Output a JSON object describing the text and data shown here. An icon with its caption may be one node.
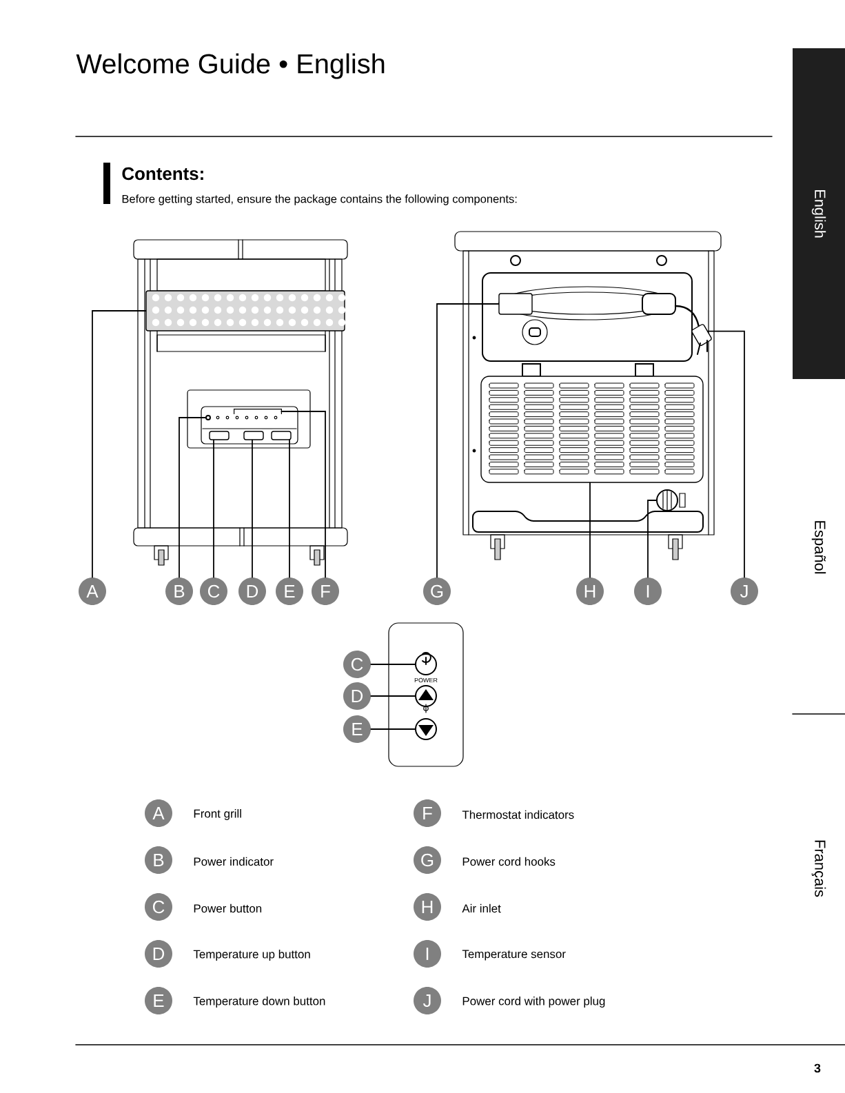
{
  "diagram": {
    "title": "Welcome Guide • English",
    "nodes": [
      {
        "text": [
          "A"
        ]
      },
      {
        "text": [
          "B"
        ]
      },
      {
        "text": [
          "C"
        ]
      },
      {
        "text": [
          "D"
        ]
      },
      {
        "text": [
          "E"
        ]
      },
      {
        "text": [
          "F"
        ]
      },
      {
        "text": [
          "G"
        ]
      },
      {
        "text": [
          "H"
        ]
      },
      {
        "text": [
          "I"
        ]
      },
      {
        "text": [
          "J"
        ]
      },
      {
        "text": [
          "C"
        ]
      },
      {
        "text": [
          "D"
        ]
      },
      {
        "text": [
          "E"
        ]
      },
      {
        "text": [
          "A"
        ],
        "beside": [
          "Front grill"
        ]
      },
      {
        "text": [
          "B"
        ],
        "beside": [
          "Power indicator"
        ]
      },
      {
        "text": [
          "C"
        ],
        "beside": [
          "Power button"
        ]
      },
      {
        "text": [
          "D"
        ],
        "beside": [
          "Temperature up button"
        ]
      },
      {
        "text": [
          "E"
        ],
        "beside": [
          "Temperature down button"
        ]
      },
      {
        "text": [
          "F"
        ],
        "beside": [
          "Thermostat indicators"
        ]
      },
      {
        "text": [
          "G"
        ],
        "beside": [
          "Power cord hooks"
        ]
      },
      {
        "text": [
          "H"
        ],
        "beside": [
          "Air inlet"
        ]
      },
      {
        "text": [
          "I"
        ],
        "beside": [
          "Temperature sensor"
        ]
      },
      {
        "text": [
          "J"
        ],
        "beside": [
          "Power cord with power plug"
        ]
      },
      {
        "text": [],
        "shape": "box"
      },
      {
        "text": [],
        "shape": "circle"
      },
      {
        "text": [],
        "shape": "box"
      },
      {
        "text": [],
        "shape": "box"
      },
      {
        "text": [],
        "shape": "box"
      },
      {
        "text": [],
        "shape": "bar"
      },
      {
        "text": [],
        "shape": "box"
      },
      {
        "text": [],
        "shape": "box"
      },
      {
        "text": [],
        "shape": "circle"
      },
      {
        "text": [],
        "shape": "box"
      },
      {
        "text": [],
        "shape": "circle"
      },
      {
        "text": [],
        "shape": "circle"
      },
      {
        "text": [],
        "shape": "circle"
      }
    ],
    "edges": [
      {
        "from": 0,
        "to": 23,
        "arrow": "none"
      },
      {
        "from": 1,
        "to": 24,
        "arrow": "none"
      },
      {
        "from": 2,
        "to": 25,
        "arrow": "none"
      },
      {
        "from": 3,
        "to": 26,
        "arrow": "none"
      },
      {
        "from": 4,
        "to": 27,
        "arrow": "none"
      },
      {
        "from": 5,
        "to": 28,
        "arrow": "none"
      },
      {
        "from": 6,
        "to": 29,
        "arrow": "none"
      },
      {
        "from": 7,
        "to": 30,
        "arrow": "none"
      },
      {
        "from": 8,
        "to": 31,
        "arrow": "none"
      },
      {
        "from": 9,
        "to": 32,
        "arrow": "none"
      },
      {
        "from": 10,
        "to": 33,
        "arrow": "none"
      },
      {
        "from": 11,
        "to": 34,
        "arrow": "none"
      },
      {
        "from": 12,
        "to": 35,
        "arrow": "none"
      }
    ],
    "labels": [
      "Contents:",
      "Before getting started, ensure the package contains the following components:",
      "English",
      "Español",
      "Français",
      "3",
      "POWER"
    ]
  }
}
